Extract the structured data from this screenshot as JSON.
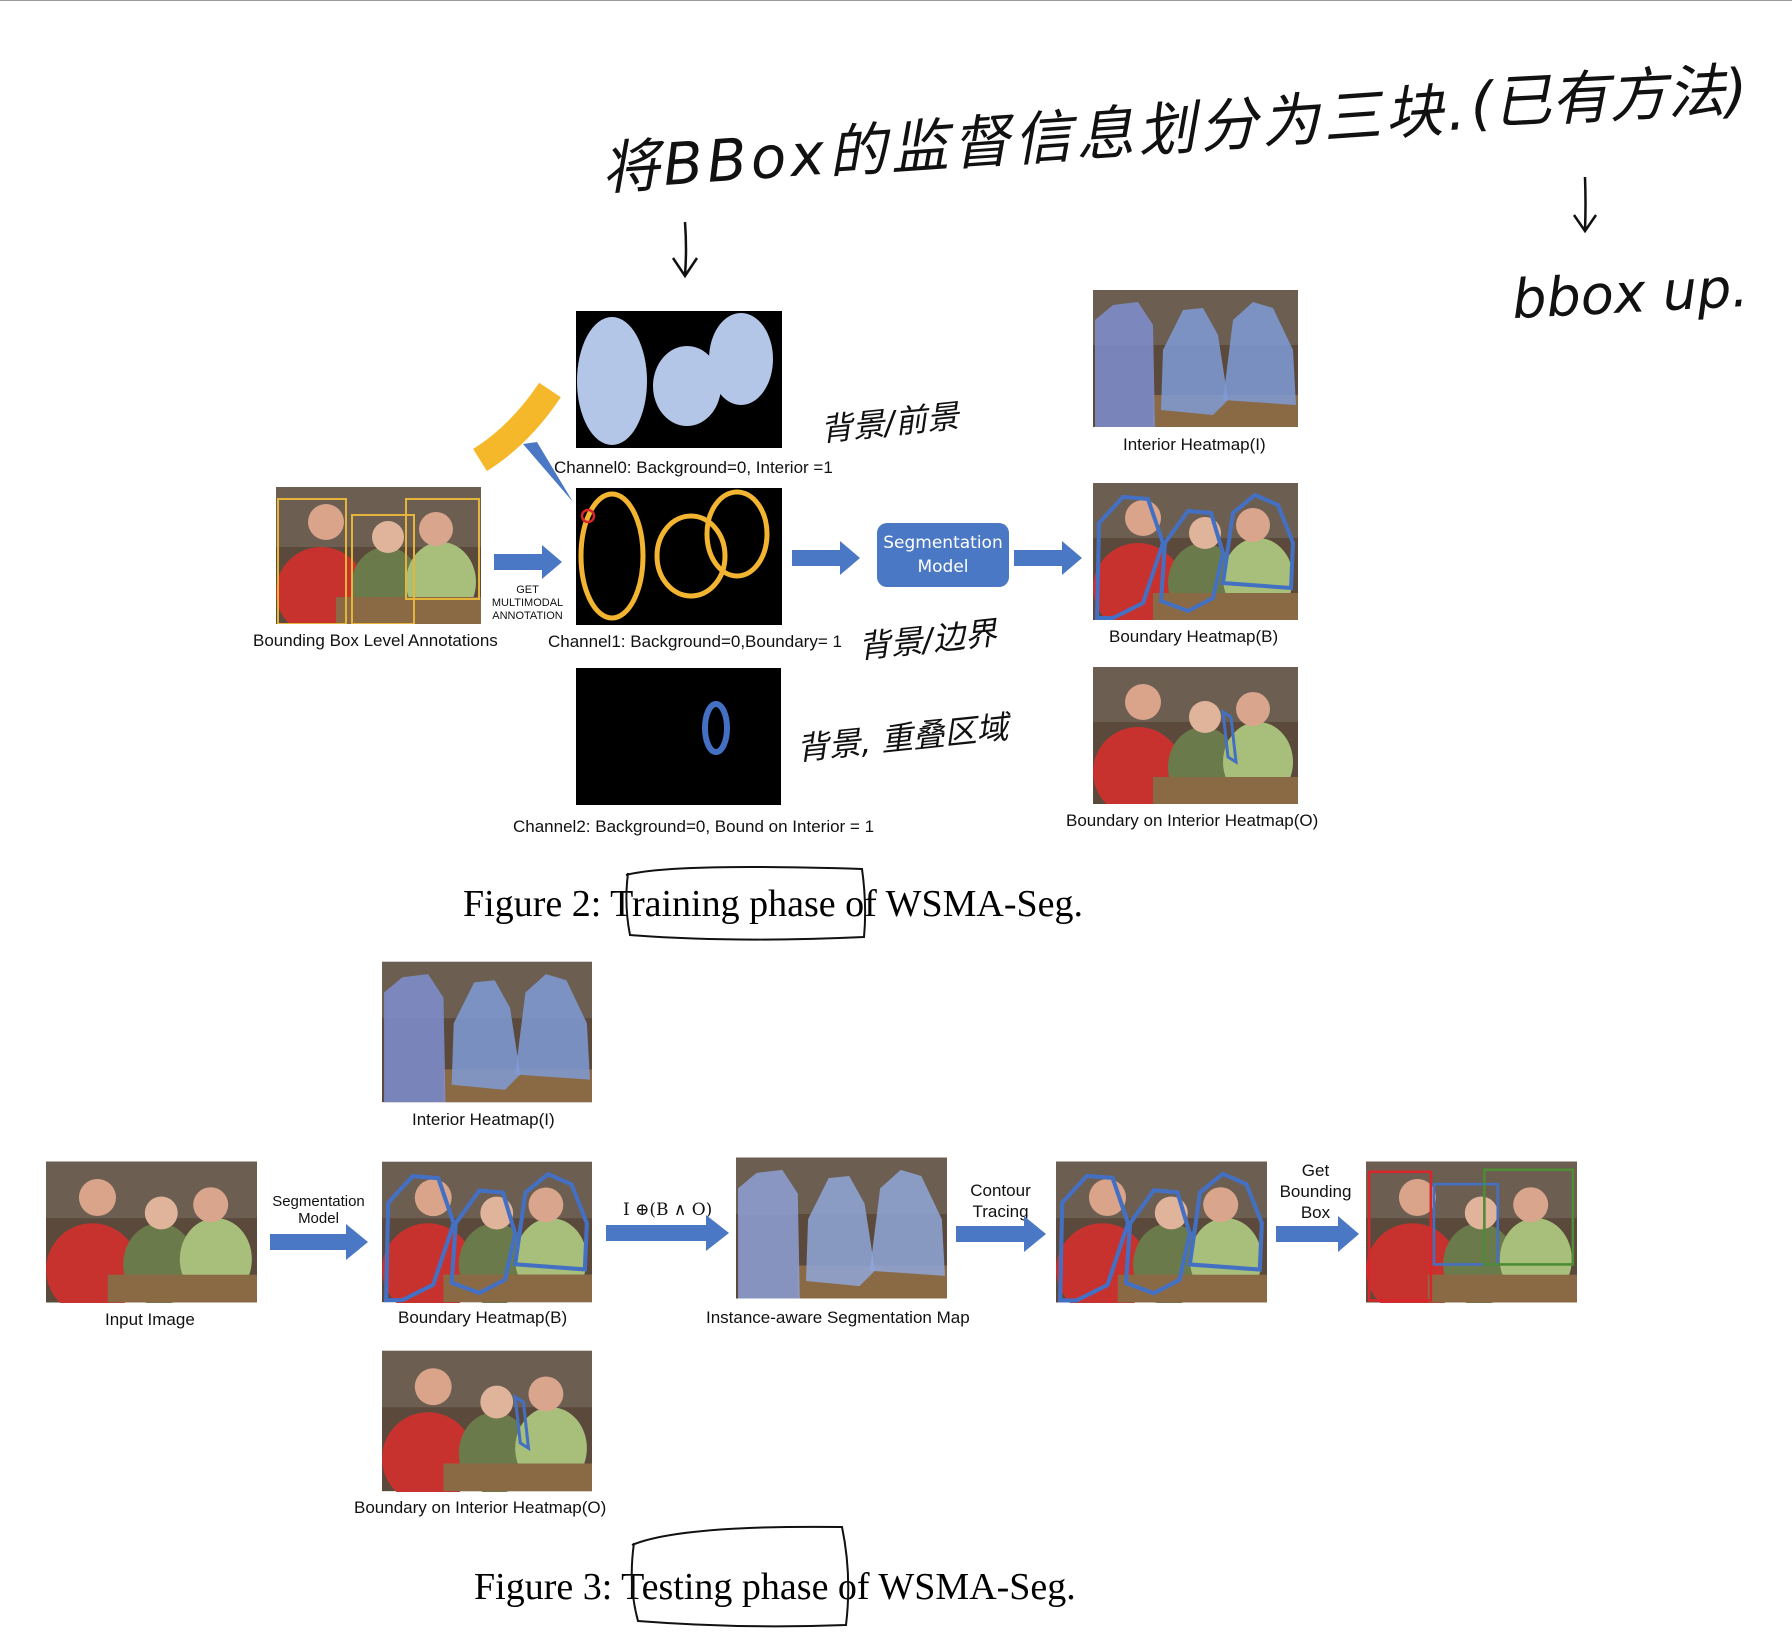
{
  "fig2": {
    "caption": "Figure 2: Training phase of WSMA-Seg.",
    "input_label": "Bounding Box Level Annotations",
    "get_annotation_label": "GET\nMULTIMODAL\nANNOTATION",
    "channel0_label": "Channel0: Background=0, Interior =1",
    "channel1_label": "Channel1: Background=0,Boundary= 1",
    "channel2_label": "Channel2: Background=0, Bound on Interior = 1",
    "model_label": "Segmentation\nModel",
    "out_interior_label": "Interior Heatmap(I)",
    "out_boundary_label": "Boundary Heatmap(B)",
    "out_boi_label": "Boundary on Interior Heatmap(O)"
  },
  "fig3": {
    "caption": "Figure 3: Testing phase of WSMA-Seg.",
    "input_label": "Input Image",
    "seg_model_label": "Segmentation\nModel",
    "interior_label": "Interior Heatmap(I)",
    "boundary_label": "Boundary Heatmap(B)",
    "boi_label": "Boundary on Interior Heatmap(O)",
    "formula_label": "I ⊕(B ∧ O)",
    "instance_label": "Instance-aware Segmentation Map",
    "contour_label": "Contour\nTracing",
    "get_bbox_label": "Get\nBounding\nBox"
  },
  "handwriting": {
    "top_note": "将BBox的监督信息划分为三块.",
    "top_right_note": "(已有方法)",
    "right_note": "bbox up.",
    "note_channel0": "背景/前景",
    "note_channel1": "背景/边界",
    "note_channel2": "背景, 重叠区域"
  },
  "colors": {
    "panel_bg": "#000000",
    "interior_fill": "#b4c6e7",
    "boundary_stroke": "#f2b431",
    "boi_stroke": "#4470c4",
    "arrow_blue": "#4a78c4",
    "bbox_red": "#d9262b",
    "bbox_blue": "#4470c4",
    "bbox_green": "#4f8a34",
    "bbox_yellow": "#e5b43a"
  }
}
